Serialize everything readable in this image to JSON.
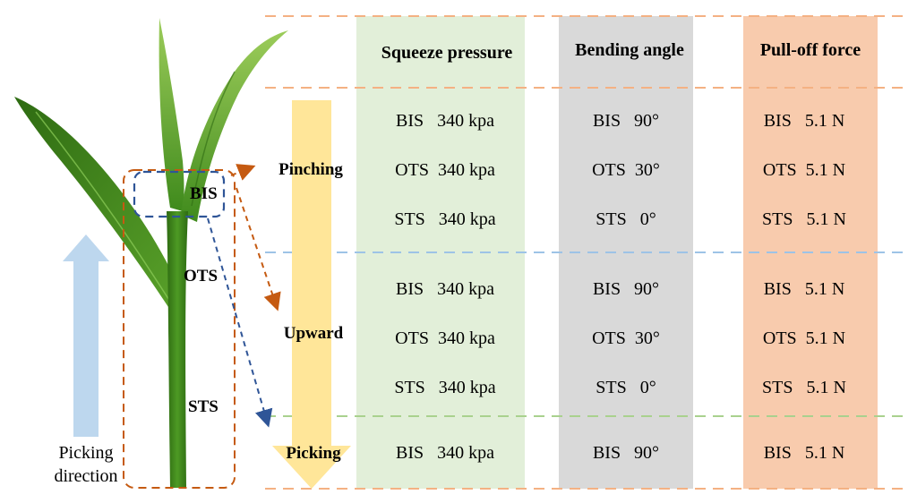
{
  "columns": {
    "squeeze": "Squeeze pressure",
    "bending": "Bending angle",
    "pull": "Pull-off force"
  },
  "stages": {
    "pinching": "Pinching",
    "upward": "Upward",
    "picking": "Picking"
  },
  "plant_labels": {
    "bis": "BIS",
    "ots": "OTS",
    "sts": "STS"
  },
  "direction": {
    "line1": "Picking",
    "line2": "direction"
  },
  "rows": [
    {
      "squeeze": "BIS   340 kpa",
      "bending": "BIS   90°",
      "pull": "BIS   5.1 N"
    },
    {
      "squeeze": "OTS  340 kpa",
      "bending": "OTS  30°",
      "pull": "OTS  5.1 N"
    },
    {
      "squeeze": "STS   340 kpa",
      "bending": "STS   0°",
      "pull": "STS   5.1 N"
    },
    {
      "squeeze": "BIS   340 kpa",
      "bending": "BIS   90°",
      "pull": "BIS   5.1 N"
    },
    {
      "squeeze": "OTS  340 kpa",
      "bending": "OTS  30°",
      "pull": "OTS  5.1 N"
    },
    {
      "squeeze": "STS   340 kpa",
      "bending": "STS   0°",
      "pull": "STS   5.1 N"
    },
    {
      "squeeze": "BIS   340 kpa",
      "bending": "BIS   90°",
      "pull": "BIS   5.1 N"
    }
  ],
  "colors": {
    "squeeze_bg": "#e2efd9",
    "bending_bg": "#d9d9d9",
    "pull_bg": "#f8cbad",
    "arrow_yellow": "#ffe699",
    "arrow_blue": "#bdd7ee",
    "dash_orange": "#f4b183",
    "dash_blue": "#9dc3e6",
    "dash_green": "#a9d18e",
    "plant_dashed": "#c55a11",
    "bis_dashed": "#2f5597",
    "leaf_dark": "#2e7d1f",
    "leaf_light": "#70ad47"
  }
}
